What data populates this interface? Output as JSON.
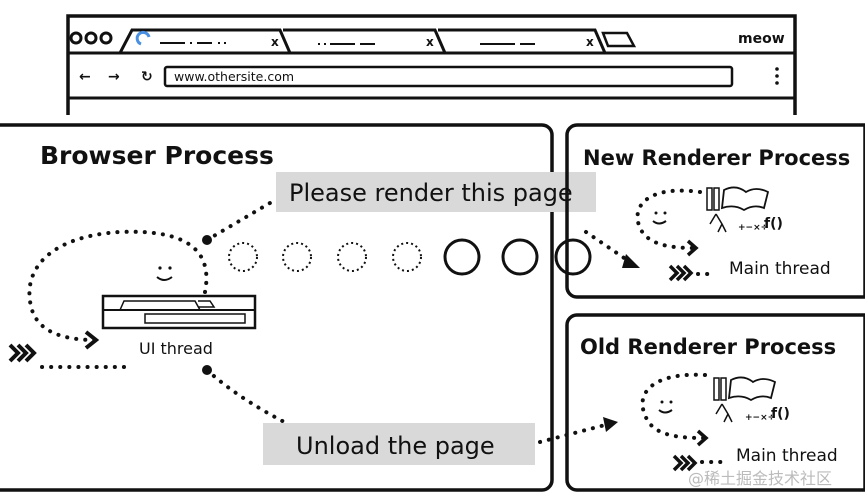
{
  "browser_window": {
    "address": "www.othersite.com",
    "profile": "meow",
    "tabs": [
      {
        "close": "x"
      },
      {
        "close": "x"
      },
      {
        "close": "x"
      }
    ]
  },
  "browser_process": {
    "title": "Browser Process",
    "ui_thread_label": "UI thread",
    "message_render": "Please render this page",
    "message_unload": "Unload the page"
  },
  "new_renderer": {
    "title": "New Renderer Process",
    "thread_label": "Main thread"
  },
  "old_renderer": {
    "title": "Old Renderer Process",
    "thread_label": "Main thread"
  },
  "watermark": "@稀土掘金技术社区",
  "colors": {
    "label_bg": "#d9d9d9",
    "ink": "#111111",
    "loading_spinner": "#4a90e2"
  }
}
